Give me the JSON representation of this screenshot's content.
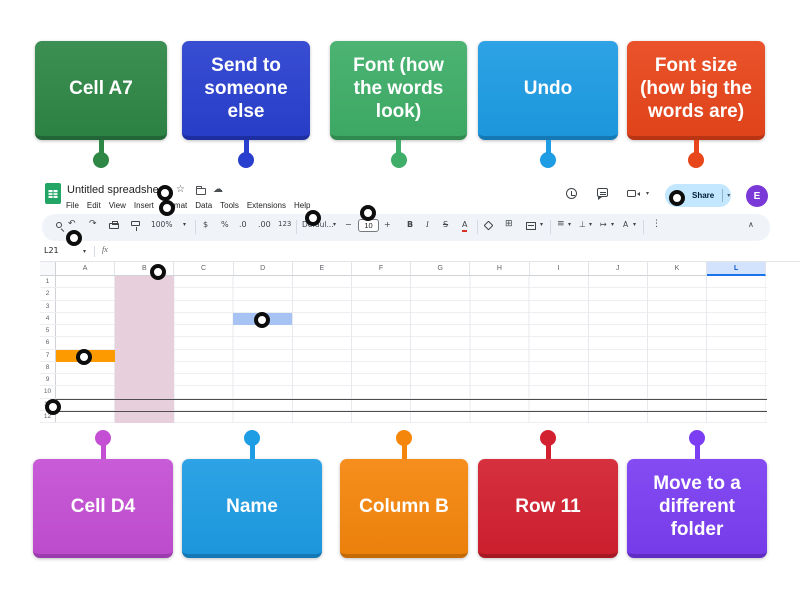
{
  "top_labels": [
    {
      "text": "Cell A7",
      "color": "#2e8745",
      "dark": "#226637"
    },
    {
      "text": "Send to someone else",
      "color": "#2940cf",
      "dark": "#1d2fa0"
    },
    {
      "text": "Font (how the words look)",
      "color": "#3fae68",
      "dark": "#2f8a50"
    },
    {
      "text": "Undo",
      "color": "#1e9ce4",
      "dark": "#1478b4"
    },
    {
      "text": "Font size (how big the words are)",
      "color": "#e8461b",
      "dark": "#b93413"
    }
  ],
  "bottom_labels": [
    {
      "text": "Cell D4",
      "color": "#c44fd4",
      "dark": "#9c3bad"
    },
    {
      "text": "Name",
      "color": "#1e9ce4",
      "dark": "#1478b4"
    },
    {
      "text": "Column B",
      "color": "#f5860c",
      "dark": "#c46a06"
    },
    {
      "text": "Row 11",
      "color": "#d32030",
      "dark": "#a51824"
    },
    {
      "text": "Move to a different folder",
      "color": "#7b3ef2",
      "dark": "#5f2cc4"
    }
  ],
  "sheet": {
    "title": "Untitled spreadsheet",
    "menus": [
      "File",
      "Edit",
      "View",
      "Insert",
      "Format",
      "Data",
      "Tools",
      "Extensions",
      "Help"
    ],
    "toolbar": {
      "zoom": "100%",
      "currency": "$",
      "percent": "%",
      "decimal_decrease": ".0",
      "decimal_increase": ".00",
      "number_format": "123",
      "font_name": "Defaul...",
      "minus": "−",
      "font_size": "10",
      "plus": "+",
      "bold": "B",
      "italic": "I",
      "strikethrough": "S",
      "text_color": "A",
      "text_rotation": "A"
    },
    "icons": {
      "dropdown": "▾",
      "undo": "↶",
      "redo": "↷",
      "star": "☆",
      "cloud": "☁",
      "borders": "⊞",
      "align": "≡",
      "valign": "⊥",
      "wrap": "↦",
      "more": "⋮",
      "collapse": "∧"
    },
    "formula_bar": {
      "cell_ref": "L21",
      "fx": "fx"
    },
    "share_label": "Share",
    "avatar_initial": "E",
    "avatar_color": "#7b38d8",
    "grid": {
      "columns": [
        "A",
        "B",
        "C",
        "D",
        "E",
        "F",
        "G",
        "H",
        "I",
        "J",
        "K",
        "L"
      ],
      "rows": [
        "1",
        "2",
        "3",
        "4",
        "5",
        "6",
        "7",
        "8",
        "9",
        "10",
        "11",
        "12"
      ],
      "highlights": {
        "column_b": "#e7d0db",
        "cell_d4": "#a6c3f4",
        "cell_a7": "#fd9a00",
        "selected_column": "#d3e3fd"
      }
    }
  }
}
